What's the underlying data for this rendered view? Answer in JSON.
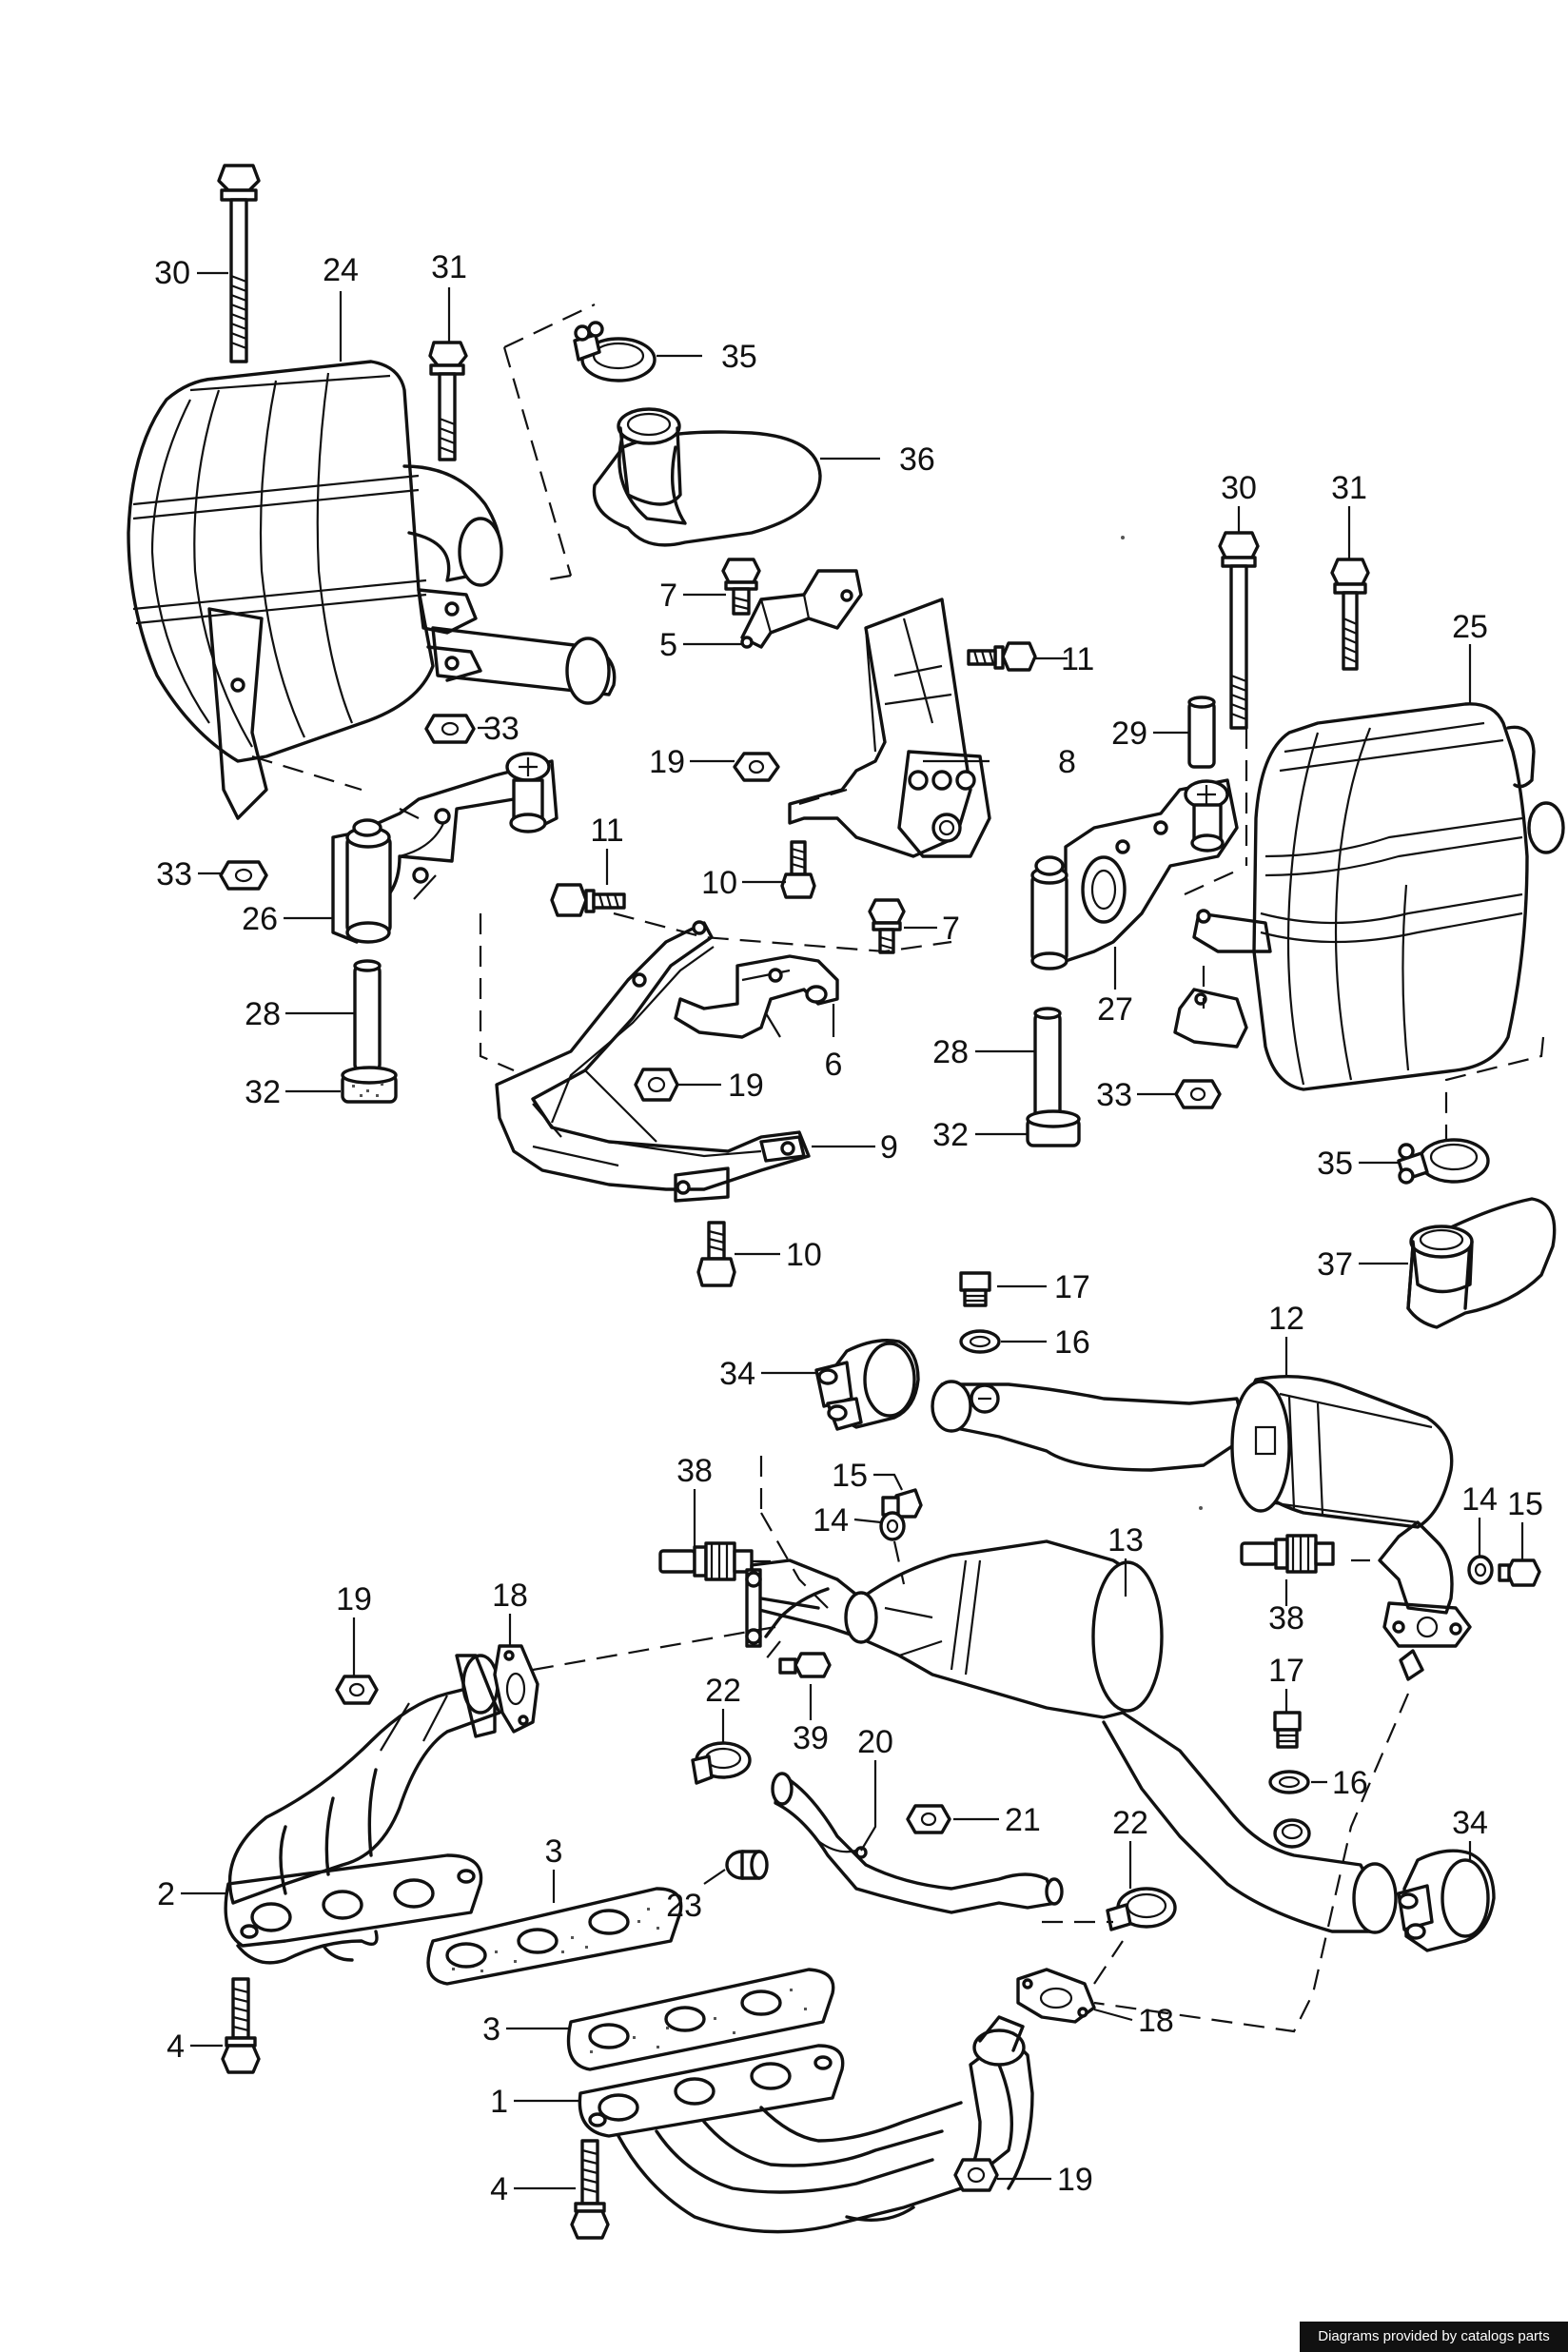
{
  "diagram": {
    "callouts": {
      "c30a": "30",
      "c24": "24",
      "c31a": "31",
      "c35a": "35",
      "c36": "36",
      "c33a": "33",
      "c33b": "33",
      "c26": "26",
      "c28a": "28",
      "c32a": "32",
      "c7a": "7",
      "c5": "5",
      "c11a": "11",
      "c19a": "19",
      "c8": "8",
      "c11b": "11",
      "c10a": "10",
      "c7b": "7",
      "c6": "6",
      "c19b": "19",
      "c9": "9",
      "c10b": "10",
      "c30b": "30",
      "c31b": "31",
      "c29": "29",
      "c25": "25",
      "c27": "27",
      "c28b": "28",
      "c32b": "32",
      "c33c": "33",
      "c35b": "35",
      "c37": "37",
      "c17a": "17",
      "c16a": "16",
      "c34a": "34",
      "c12": "12",
      "c38a": "38",
      "c15a": "15",
      "c14a": "14",
      "c13": "13",
      "c14b": "14",
      "c15b": "15",
      "c38b": "38",
      "c17b": "17",
      "c16b": "16",
      "c19c": "19",
      "c18a": "18",
      "c22a": "22",
      "c39": "39",
      "c20": "20",
      "c21": "21",
      "c22b": "22",
      "c34b": "34",
      "c3a": "3",
      "c2": "2",
      "c23": "23",
      "c3b": "3",
      "c18b": "18",
      "c1": "1",
      "c4a": "4",
      "c4b": "4",
      "c19d": "19"
    }
  },
  "footer": {
    "credit": "Diagrams provided by catalogs parts"
  }
}
